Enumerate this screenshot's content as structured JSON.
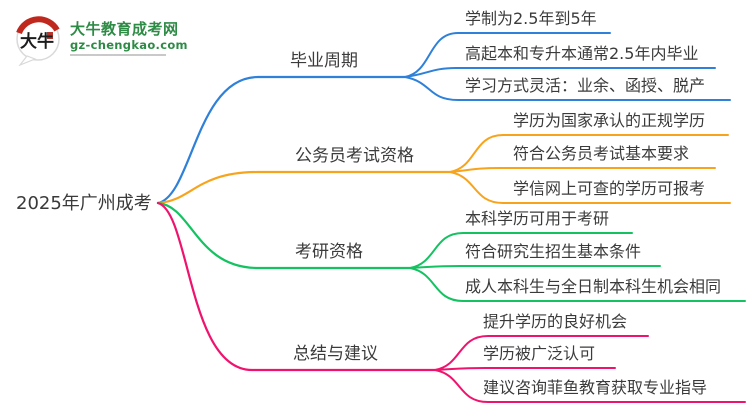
{
  "logo": {
    "icon_text": "大牛",
    "site_name": "大牛教育成考网",
    "site_domain": "gz-chengkao.com",
    "brand_green": "#2E8B46",
    "brand_red": "#C0281E"
  },
  "palette": {
    "blue": "#2E80D9",
    "orange": "#F7A41C",
    "green": "#14C261",
    "pink": "#F0136E",
    "text": "#3b3b3b"
  },
  "mindmap": {
    "root": {
      "label": "2025年广州成考"
    },
    "branches": [
      {
        "label": "毕业周期",
        "color": "#2E80D9",
        "children": [
          "学制为2.5年到5年",
          "高起本和专升本通常2.5年内毕业",
          "学习方式灵活：业余、函授、脱产"
        ]
      },
      {
        "label": "公务员考试资格",
        "color": "#F7A41C",
        "children": [
          "学历为国家承认的正规学历",
          "符合公务员考试基本要求",
          "学信网上可查的学历可报考"
        ]
      },
      {
        "label": "考研资格",
        "color": "#14C261",
        "children": [
          "本科学历可用于考研",
          "符合研究生招生基本条件",
          "成人本科生与全日制本科生机会相同"
        ]
      },
      {
        "label": "总结与建议",
        "color": "#F0136E",
        "children": [
          "提升学历的良好机会",
          "学历被广泛认可",
          "建议咨询菲鱼教育获取专业指导"
        ]
      }
    ]
  }
}
